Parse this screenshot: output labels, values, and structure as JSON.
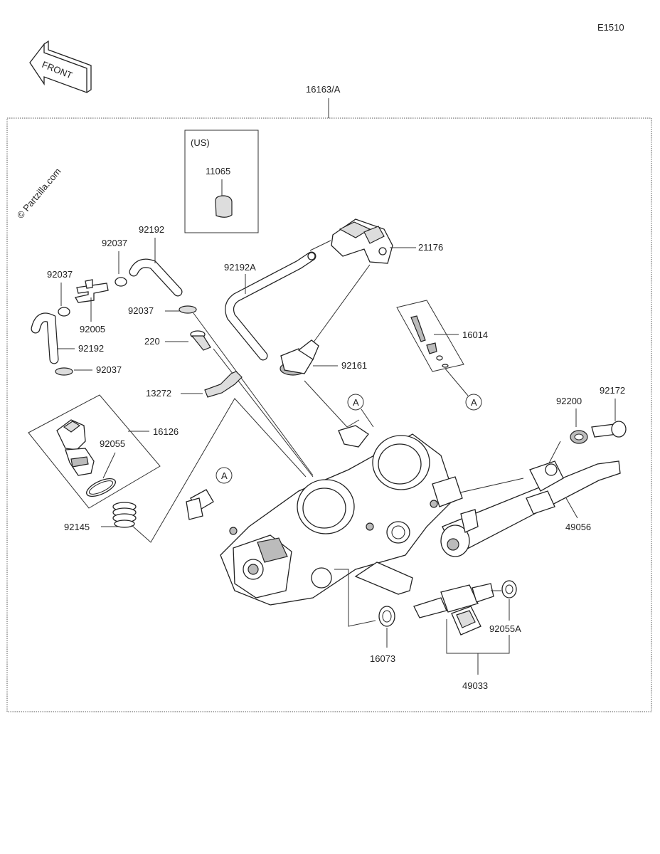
{
  "diagram_code": "E1510",
  "front_label": "FRONT",
  "watermark": "© Partzilla.com",
  "assembly_label": "16163/A",
  "us_box_label": "(US)",
  "callout_a": "A",
  "parts": {
    "p11065": "11065",
    "p21176": "21176",
    "p92192A": "92192A",
    "p92192_top": "92192",
    "p92037_top": "92037",
    "p92037_left": "92037",
    "p92005": "92005",
    "p92192_left": "92192",
    "p92037_bottom": "92037",
    "p92037_mid": "92037",
    "p220": "220",
    "p13272": "13272",
    "p16126": "16126",
    "p92055": "92055",
    "p92145": "92145",
    "p92161": "92161",
    "p16014": "16014",
    "p92200": "92200",
    "p92172": "92172",
    "p49056": "49056",
    "p16073": "16073",
    "p92055A": "92055A",
    "p49033": "49033"
  }
}
